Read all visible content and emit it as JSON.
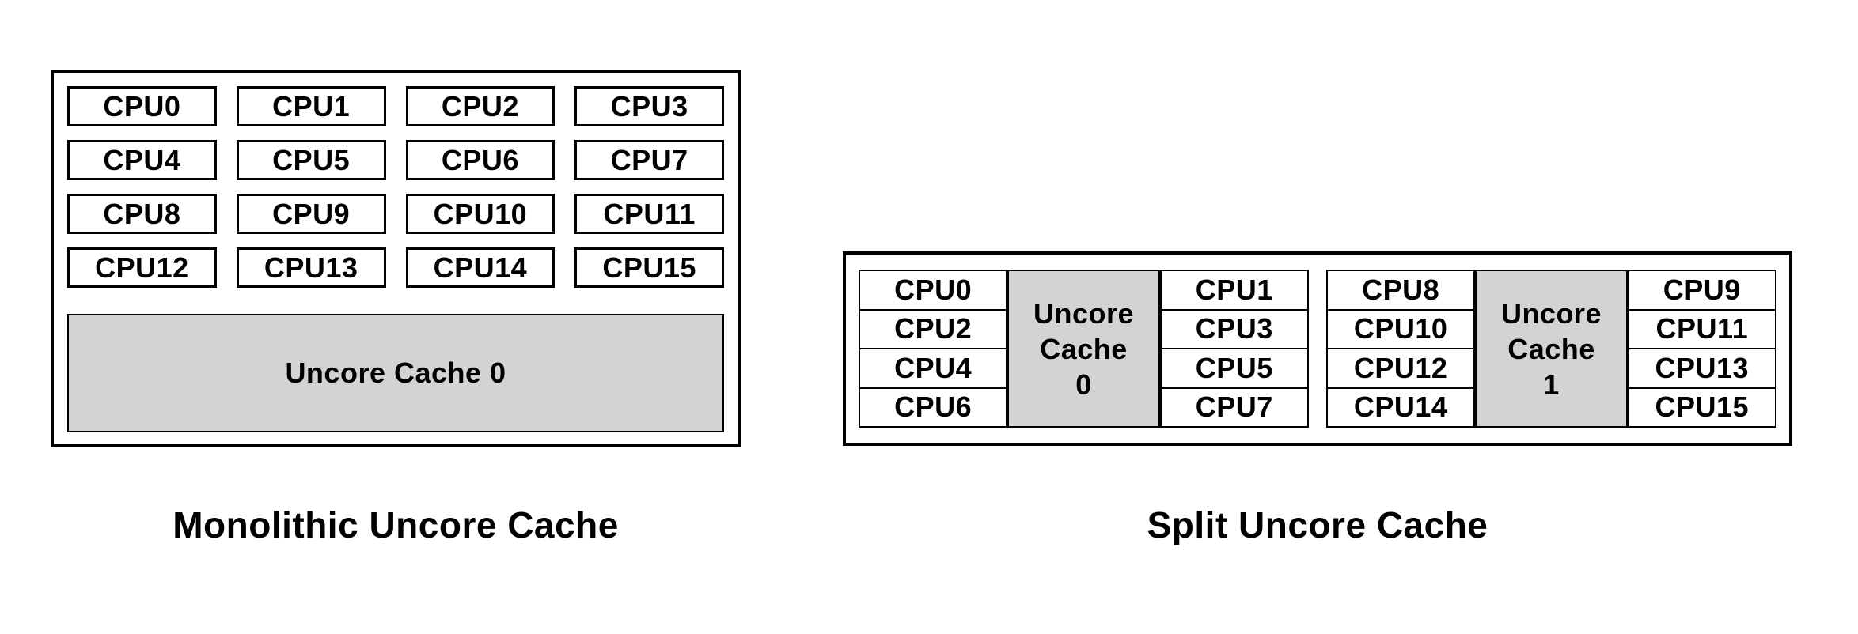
{
  "colors": {
    "background": "#ffffff",
    "border": "#000000",
    "text": "#000000",
    "cache_fill": "#d3d3d3"
  },
  "monolithic": {
    "caption": "Monolithic Uncore Cache",
    "cache_label": "Uncore Cache 0",
    "cpus": [
      "CPU0",
      "CPU1",
      "CPU2",
      "CPU3",
      "CPU4",
      "CPU5",
      "CPU6",
      "CPU7",
      "CPU8",
      "CPU9",
      "CPU10",
      "CPU11",
      "CPU12",
      "CPU13",
      "CPU14",
      "CPU15"
    ]
  },
  "split": {
    "caption": "Split Uncore Cache",
    "clusters": [
      {
        "left": [
          "CPU0",
          "CPU2",
          "CPU4",
          "CPU6"
        ],
        "cache_lines": [
          "Uncore",
          "Cache",
          "0"
        ],
        "right": [
          "CPU1",
          "CPU3",
          "CPU5",
          "CPU7"
        ]
      },
      {
        "left": [
          "CPU8",
          "CPU10",
          "CPU12",
          "CPU14"
        ],
        "cache_lines": [
          "Uncore",
          "Cache",
          "1"
        ],
        "right": [
          "CPU9",
          "CPU11",
          "CPU13",
          "CPU15"
        ]
      }
    ]
  }
}
